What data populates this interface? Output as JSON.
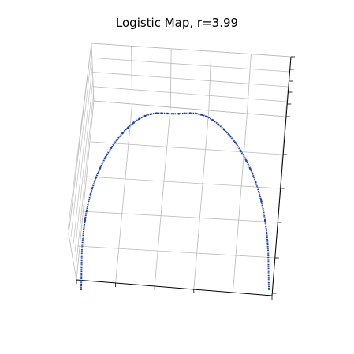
{
  "chart_data": {
    "type": "scatter",
    "title": "Logistic Map, r=3.99",
    "r": 3.99,
    "xlabel": "",
    "ylabel": "",
    "zlabel": "",
    "grid": true,
    "projection": "3d",
    "series": [
      {
        "color": "#1f3f9b",
        "marker": "dot",
        "points": [
          [
            0.02,
            0.9851
          ],
          [
            0.05,
            0.9482
          ],
          [
            0.08,
            0.9044
          ],
          [
            0.1,
            0.88
          ],
          [
            0.13,
            0.8447
          ],
          [
            0.16,
            0.815
          ],
          [
            0.19,
            0.7915
          ],
          [
            0.22,
            0.7741
          ],
          [
            0.25,
            0.7625
          ],
          [
            0.28,
            0.756
          ],
          [
            0.31,
            0.7536
          ],
          [
            0.34,
            0.754
          ],
          [
            0.37,
            0.7558
          ],
          [
            0.4,
            0.758
          ],
          [
            0.43,
            0.7598
          ],
          [
            0.46,
            0.7612
          ],
          [
            0.49,
            0.7622
          ],
          [
            0.52,
            0.7628
          ],
          [
            0.55,
            0.762
          ],
          [
            0.58,
            0.7598
          ],
          [
            0.61,
            0.7568
          ],
          [
            0.64,
            0.754
          ],
          [
            0.67,
            0.7535
          ],
          [
            0.7,
            0.756
          ],
          [
            0.73,
            0.7625
          ],
          [
            0.76,
            0.7741
          ],
          [
            0.79,
            0.7915
          ],
          [
            0.82,
            0.815
          ],
          [
            0.85,
            0.8447
          ],
          [
            0.88,
            0.88
          ],
          [
            0.9,
            0.9044
          ],
          [
            0.93,
            0.9482
          ],
          [
            0.96,
            0.9851
          ],
          [
            0.98,
            0.999
          ]
        ]
      }
    ]
  }
}
